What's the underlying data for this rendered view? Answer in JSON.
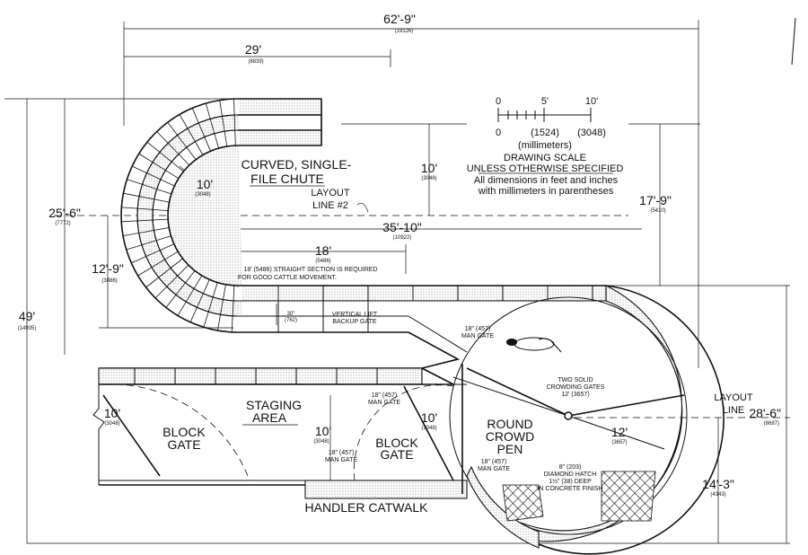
{
  "dimensions": {
    "overall_width": {
      "ft": "62'-9\"",
      "mm": "(19126)"
    },
    "chute_width": {
      "ft": "29'",
      "mm": "(8839)"
    },
    "total_height": {
      "ft": "49'",
      "mm": "(14935)"
    },
    "left_height": {
      "ft": "25'-6\"",
      "mm": "(7772)"
    },
    "lower_left_height": {
      "ft": "12'-9\"",
      "mm": "(3886)"
    },
    "right_upper_height": {
      "ft": "17'-9\"",
      "mm": "(5410)"
    },
    "right_total_height": {
      "ft": "28'-6\"",
      "mm": "(8687)"
    },
    "right_lower_height": {
      "ft": "14'-3\"",
      "mm": "(4343)"
    },
    "radius_curve": {
      "ft": "10'",
      "mm": "(3048)"
    },
    "vertical_ten": {
      "ft": "10'",
      "mm": "(3048)"
    },
    "layout_line_length": {
      "ft": "35'-10\"",
      "mm": "(10922)"
    },
    "straight_section": {
      "ft": "18'",
      "mm": "(5486)"
    },
    "chute_offset": {
      "ft": "30\"",
      "mm": "(762)"
    },
    "block_gate_left_radius": {
      "ft": "10'",
      "mm": "(3048)"
    },
    "staging_ten": {
      "ft": "10'",
      "mm": "(3048)"
    },
    "block_gate_right_radius": {
      "ft": "10'",
      "mm": "(3048)"
    },
    "crowd_pen_radius": {
      "ft": "12'",
      "mm": "(3657)"
    }
  },
  "labels": {
    "chute_title_1": "CURVED, SINGLE-",
    "chute_title_2": "FILE CHUTE",
    "layout_line2_a": "LAYOUT",
    "layout_line2_b": "LINE #2",
    "layout_line_a": "LAYOUT",
    "layout_line_b": "LINE",
    "straight_note": "18' (5486) STRAIGHT SECTION IS REQUIRED",
    "straight_note_2": "FOR GOOD CATTLE MOVEMENT.",
    "vertical_lift_1": "VERTICAL LIFT",
    "vertical_lift_2": "BACKUP GATE",
    "man_gate_size": "18\" (457)",
    "man_gate": "MAN GATE",
    "staging_1": "STAGING",
    "staging_2": "AREA",
    "block_gate_1": "BLOCK",
    "block_gate_2": "GATE",
    "round_1": "ROUND",
    "round_2": "CROWD",
    "round_3": "PEN",
    "crowding_1": "TWO SOLID",
    "crowding_2": "CROWDING GATES",
    "crowding_3": "12' (3657)",
    "hatch_1": "8\" (203)",
    "hatch_2": "DIAMOND HATCH",
    "hatch_3": "1½\" (38) DEEP",
    "hatch_4": "IN CONCRETE FINISH",
    "catwalk": "HANDLER CATWALK"
  },
  "scale": {
    "tick_0": "0",
    "tick_5": "5'",
    "tick_10": "10'",
    "mm_0": "0",
    "mm_1524": "(1524)",
    "mm_3048": "(3048)",
    "unit": "(millimeters)",
    "title_1": "DRAWING SCALE",
    "title_2": "UNLESS OTHERWISE SPECIFIED",
    "note_1": "All dimensions in feet and inches",
    "note_2": "with millimeters in parentheses"
  }
}
